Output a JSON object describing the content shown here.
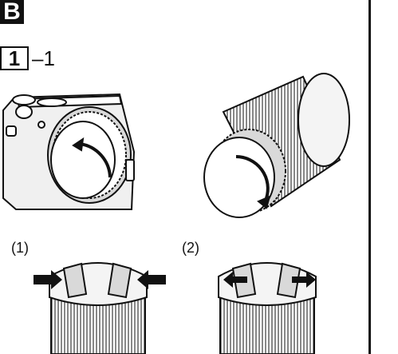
{
  "section": {
    "letter": "B"
  },
  "step": {
    "number": "1",
    "suffix": "–1"
  },
  "figures": {
    "label_1": "(1)",
    "label_2": "(2)"
  },
  "colors": {
    "ink": "#111111",
    "background": "#ffffff",
    "shade": "#d9d9d9"
  }
}
